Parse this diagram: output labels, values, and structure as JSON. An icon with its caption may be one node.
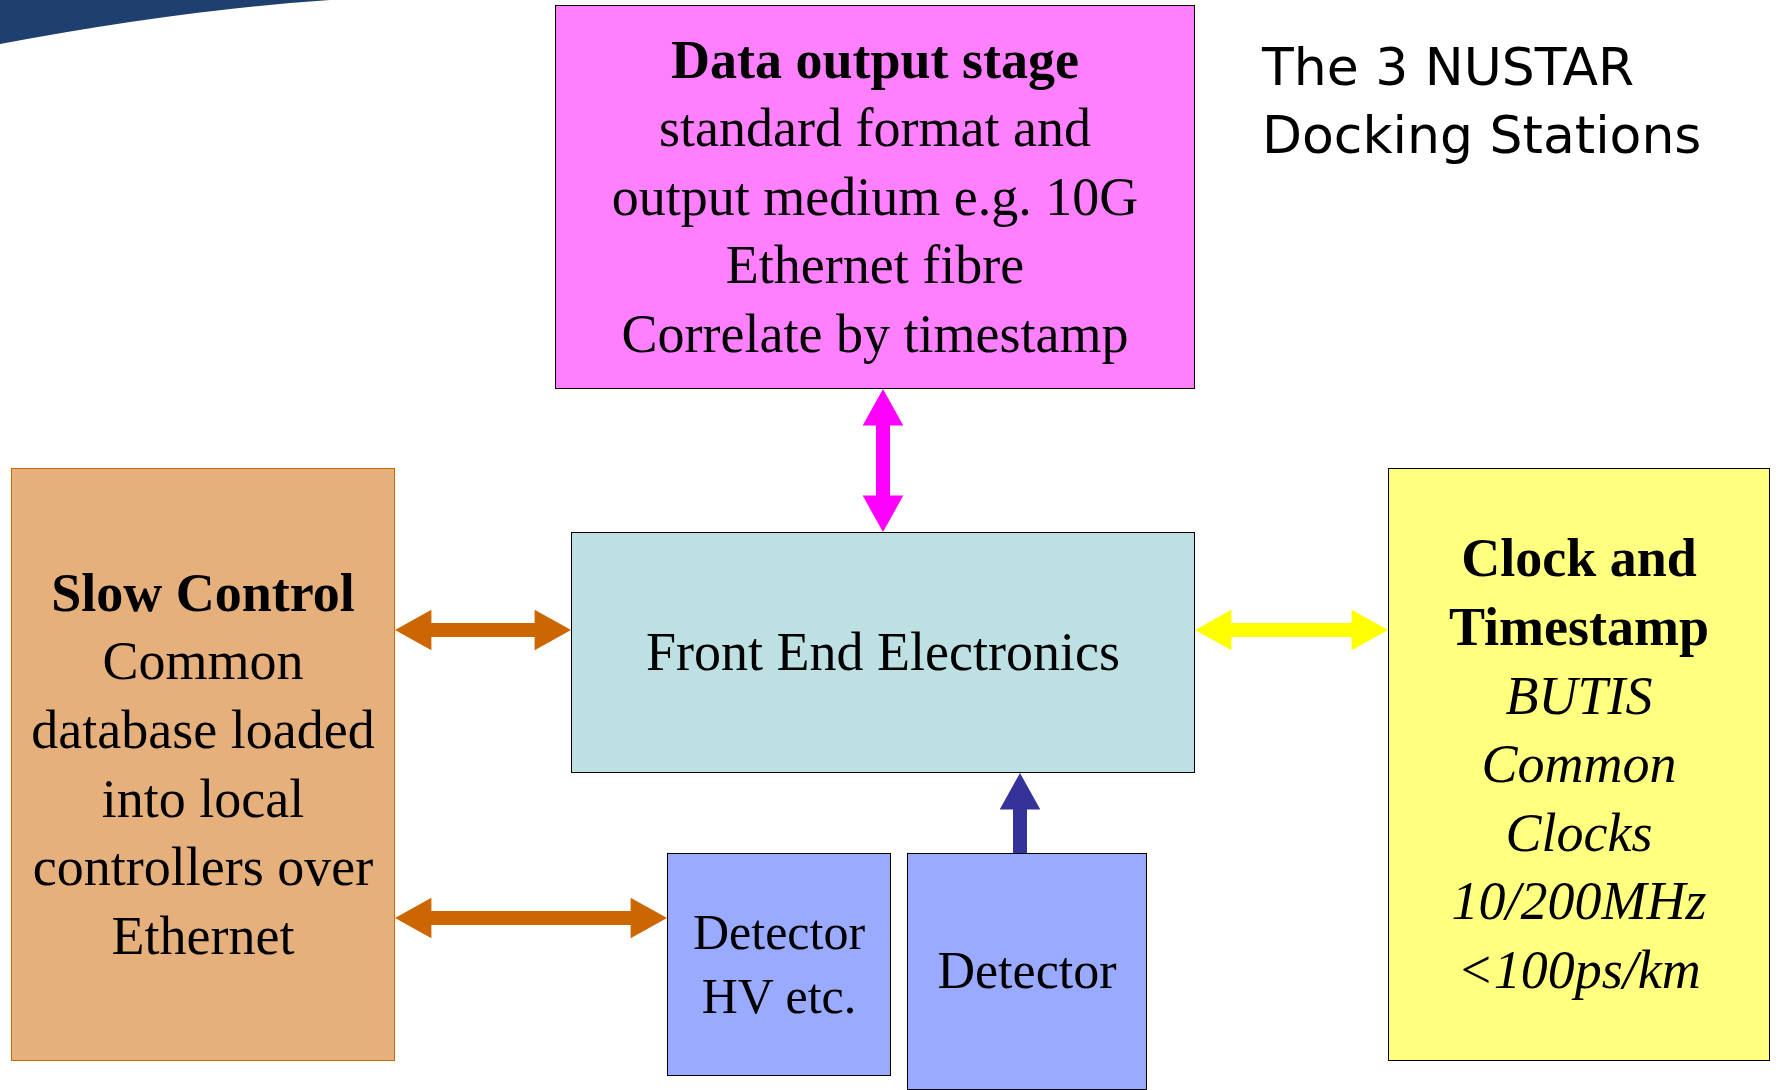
{
  "diagram": {
    "title": "The 3 NUSTAR Docking Stations",
    "nodes": [
      {
        "text": [
          "Data output stage",
          "standard format and output medium e.g. 10G Ethernet fibre",
          "Correlate by timestamp"
        ]
      },
      {
        "text": [
          "Slow Control",
          "Common database loaded into local controllers over Ethernet"
        ]
      },
      {
        "text": [
          "Front End Electronics"
        ]
      },
      {
        "text": [
          "Clock and Timestamp",
          "BUTIS Common Clocks 10/200MHz <100ps/km"
        ]
      },
      {
        "text": [
          "Detector HV etc."
        ]
      },
      {
        "text": [
          "Detector"
        ]
      }
    ],
    "edges": [
      {
        "from": 0,
        "to": 2,
        "arrow": "both",
        "style": "thick",
        "color": "#ff00ff"
      },
      {
        "from": 1,
        "to": 2,
        "arrow": "both",
        "style": "thick",
        "color": "#cc6600"
      },
      {
        "from": 2,
        "to": 3,
        "arrow": "both",
        "style": "thick",
        "color": "#ffff00"
      },
      {
        "from": 1,
        "to": 4,
        "arrow": "both",
        "style": "thick",
        "color": "#cc6600"
      },
      {
        "from": 5,
        "to": 2,
        "arrow": "to",
        "style": "thick",
        "color": "#333399"
      }
    ]
  }
}
